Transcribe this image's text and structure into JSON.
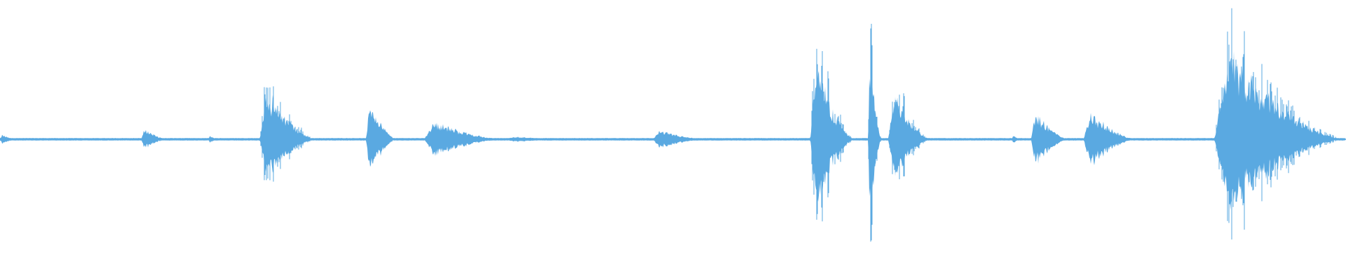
{
  "waveform": {
    "color": "#5aa9e1",
    "background": "#ffffff",
    "segments": [
      {
        "start": 0.0,
        "end": 0.013,
        "peak": 0.05,
        "pos_skew": 1.0
      },
      {
        "start": 0.105,
        "end": 0.125,
        "peak": 0.12,
        "pos_skew": 0.9
      },
      {
        "start": 0.155,
        "end": 0.163,
        "peak": 0.04,
        "pos_skew": 1.0
      },
      {
        "start": 0.193,
        "end": 0.235,
        "peak": 0.55,
        "pos_skew": 0.8,
        "spiky": true
      },
      {
        "start": 0.272,
        "end": 0.295,
        "peak": 0.42,
        "pos_skew": 0.9
      },
      {
        "start": 0.315,
        "end": 0.375,
        "peak": 0.2,
        "pos_skew": 0.95
      },
      {
        "start": 0.375,
        "end": 0.43,
        "peak": 0.03,
        "pos_skew": 1.0
      },
      {
        "start": 0.485,
        "end": 0.525,
        "peak": 0.1,
        "pos_skew": 1.0
      },
      {
        "start": 0.602,
        "end": 0.635,
        "peak": 0.85,
        "pos_skew": 0.9,
        "spiky": true
      },
      {
        "start": 0.645,
        "end": 0.655,
        "peak": 1.0,
        "pos_skew": 0.92,
        "spiky": true
      },
      {
        "start": 0.66,
        "end": 0.692,
        "peak": 0.5,
        "pos_skew": 0.85,
        "spiky": true
      },
      {
        "start": 0.752,
        "end": 0.758,
        "peak": 0.06,
        "pos_skew": 1.0
      },
      {
        "start": 0.766,
        "end": 0.795,
        "peak": 0.3,
        "pos_skew": 0.95
      },
      {
        "start": 0.805,
        "end": 0.845,
        "peak": 0.3,
        "pos_skew": 1.0
      },
      {
        "start": 0.902,
        "end": 1.0,
        "peak": 0.95,
        "pos_skew": 0.8,
        "spiky": true
      }
    ]
  }
}
